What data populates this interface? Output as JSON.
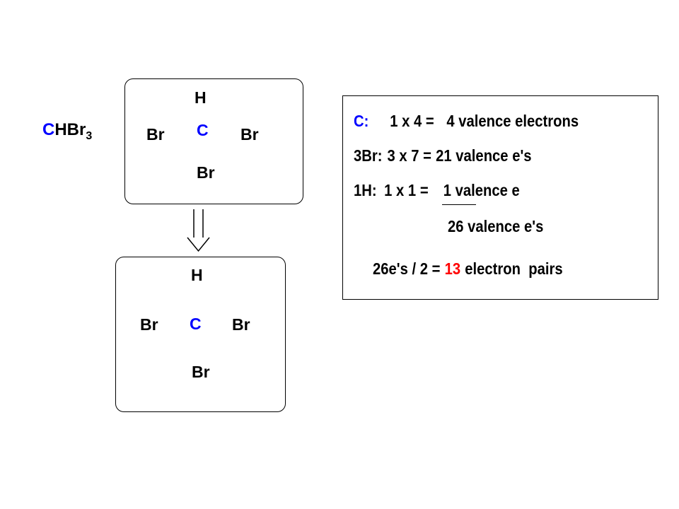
{
  "formula": {
    "c": "C",
    "hbr": "HBr",
    "sub": "3"
  },
  "unbonded_box": {
    "top": "H",
    "left": "Br",
    "center": "C",
    "right": "Br",
    "bottom": "Br"
  },
  "bonded_box": {
    "top": "H",
    "left": "Br",
    "center": "C",
    "right": "Br",
    "bottom": "Br"
  },
  "calculation": {
    "row1": {
      "label": "C:",
      "expr": "1 x 4 =",
      "result": "4 valence electrons"
    },
    "row2": {
      "label": "3Br:",
      "expr": "3 x 7 =",
      "result": "21 valence e's"
    },
    "row3": {
      "label": "1H:",
      "expr": "1 x 1 =",
      "result": "1 valence e"
    },
    "total": "26 valence e's",
    "pairs": {
      "prefix": "26e's / 2 =",
      "value": "13",
      "suffix": "electron  pairs"
    }
  },
  "colors": {
    "carbon": "#0000ff",
    "bond": "#ff0000",
    "highlight": "#ff0000",
    "text": "#000000"
  }
}
